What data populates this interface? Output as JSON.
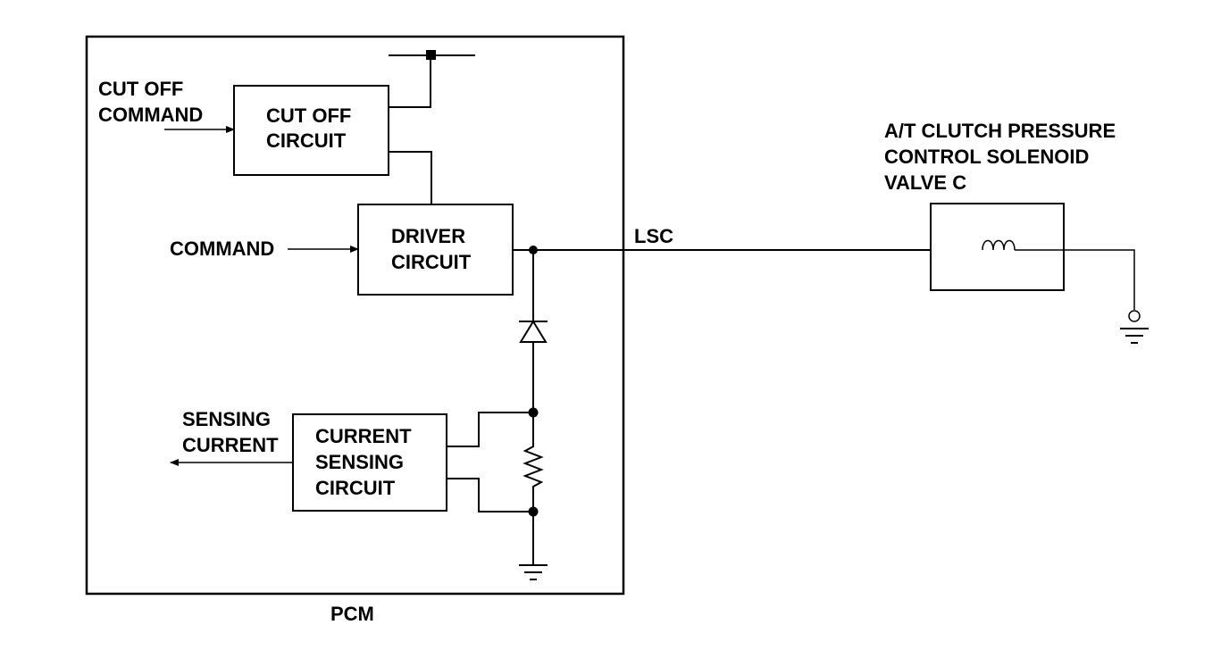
{
  "pcm": {
    "label": "PCM"
  },
  "cut_off_command": {
    "line1": "CUT OFF",
    "line2": "COMMAND"
  },
  "cut_off_circuit": {
    "line1": "CUT OFF",
    "line2": "CIRCUIT"
  },
  "command": {
    "label": "COMMAND"
  },
  "driver_circuit": {
    "line1": "DRIVER",
    "line2": "CIRCUIT"
  },
  "lsc": {
    "label": "LSC"
  },
  "solenoid": {
    "line1": "A/T CLUTCH PRESSURE",
    "line2": "CONTROL SOLENOID",
    "line3": "VALVE C"
  },
  "sensing_current": {
    "line1": "SENSING",
    "line2": "CURRENT"
  },
  "current_sensing_circuit": {
    "line1": "CURRENT",
    "line2": "SENSING",
    "line3": "CIRCUIT"
  }
}
